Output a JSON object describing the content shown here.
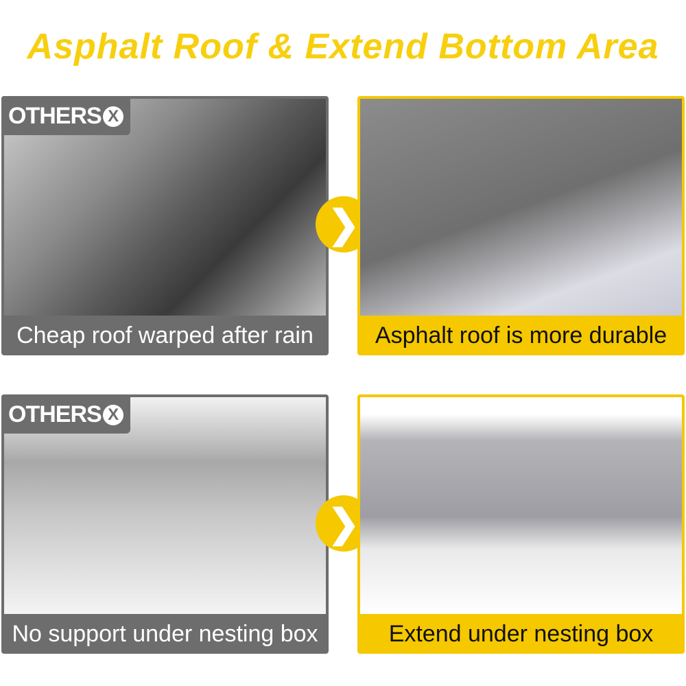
{
  "title": "Asphalt Roof & Extend Bottom Area",
  "others_label": "OTHERS",
  "others_mark": "X",
  "comparisons": [
    {
      "bad_caption": "Cheap roof warped after rain",
      "good_caption": "Asphalt roof is more durable"
    },
    {
      "bad_caption": "No support under nesting box",
      "good_caption": "Extend under nesting box"
    }
  ],
  "colors": {
    "accent": "#f5c800",
    "gray": "#6d6d6d"
  }
}
